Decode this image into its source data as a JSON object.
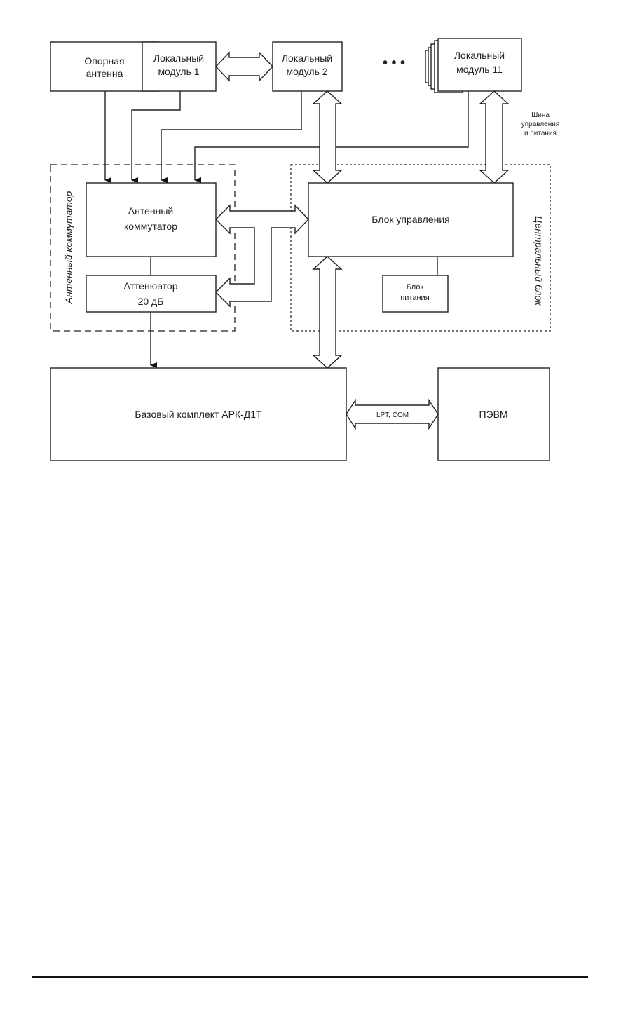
{
  "diagram": {
    "blocks": {
      "reference_antenna": [
        "Опорная",
        "антенна"
      ],
      "local_module_1": [
        "Локальный",
        "модуль 1"
      ],
      "local_module_2": [
        "Локальный",
        "модуль 2"
      ],
      "ellipsis": "• • •",
      "local_module_11": [
        "Локальный",
        "модуль 11"
      ],
      "antenna_switch": [
        "Антенный",
        "коммутатор"
      ],
      "attenuator": [
        "Аттенюатор",
        "20 дБ"
      ],
      "control_unit": "Блок управления",
      "power_unit": [
        "Блок",
        "питания"
      ],
      "base_kit": "Базовый комплект АРК-Д1Т",
      "pc": "ПЭВМ"
    },
    "groups": {
      "antenna_switch_group": "Антенный коммутатор",
      "central_unit_group": "Центральный блок"
    },
    "labels": {
      "bus": [
        "Шина",
        "управления",
        "и питания"
      ],
      "interface": "LPT, COM"
    }
  }
}
